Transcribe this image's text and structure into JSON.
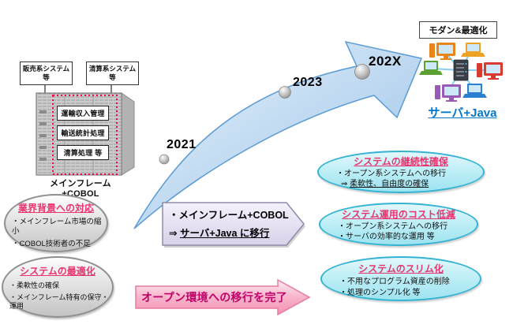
{
  "legacy": {
    "external_systems": [
      {
        "name": "販売系システム",
        "suffix": "等"
      },
      {
        "name": "清算系システム",
        "suffix": "等"
      }
    ],
    "modules": [
      "運輸収入管理",
      "輸送統計処理",
      "清算処理 等"
    ],
    "caption": "メインフレーム+COBOL"
  },
  "timeline": {
    "years": [
      "2021",
      "2023",
      "202X"
    ]
  },
  "modern": {
    "title": "モダン&最適化",
    "caption": "サーバ+Java",
    "caption_color": "#0078cc",
    "server_color": "#3a3f46",
    "link_color": "#85d2f2",
    "devices": [
      {
        "name": "desktop-orange",
        "color": "#e8861c"
      },
      {
        "name": "laptop-orange",
        "color": "#eda224"
      },
      {
        "name": "laptop-green",
        "color": "#5aa032"
      },
      {
        "name": "desktop-red",
        "color": "#d93a30"
      },
      {
        "name": "desktop-purple",
        "color": "#9a5ab8"
      },
      {
        "name": "laptop-blue",
        "color": "#2b7fd0"
      }
    ]
  },
  "left_bubbles": [
    {
      "title": "業界背景への対応",
      "items": [
        "・メインフレーム市場の縮小",
        "・COBOL技術者の不足"
      ]
    },
    {
      "title": "システムの最適化",
      "items": [
        "・柔軟性の確保",
        "・メインフレーム特有の保守・運用"
      ]
    }
  ],
  "center_box": {
    "line1": "・メインフレーム+COBOL",
    "line2_prefix": "⇒ ",
    "line2_underline": "サーバ+Java に移行"
  },
  "pink_arrow": {
    "label": "オープン環境への移行を完了",
    "text_color": "#c2006a"
  },
  "right_bubbles": [
    {
      "title": "システムの継続性確保",
      "item1": "・オープン系システムへの移行",
      "item2_prefix": "⇒ ",
      "item2_underline": "柔軟性、自由度の確保"
    },
    {
      "title": "システム運用のコスト低減",
      "item1": "・オープン系システムへの移行",
      "item2": "・サーバの効率的な運用 等"
    },
    {
      "title": "システムのスリム化",
      "item1": "・不用なプログラム資産の削除",
      "item2": "・処理のシンプル化 等"
    }
  ],
  "colors": {
    "bubble_title_pink": "#e8356e",
    "cyan_fill_light": "#e2f8fb",
    "cyan_fill_dark": "#9fe3f0",
    "cyan_border": "#35b3d3",
    "gray_fill_light": "#fdfdfd",
    "gray_fill_dark": "#c3c3c3",
    "gray_border": "#8f8f8f",
    "arrow_light": "#eaf3fc",
    "arrow_dark": "#97c1e7",
    "arrow_border": "#5b9bd5",
    "pentagon_light": "#f4f1fb",
    "pentagon_dark": "#d8d1e9",
    "pentagon_border": "#8f8aa8",
    "pink_light": "#fdeef4",
    "pink_dark": "#f290b2",
    "pink_border": "#e87aa2",
    "mainframe_dotted_red": "#ff0048"
  }
}
